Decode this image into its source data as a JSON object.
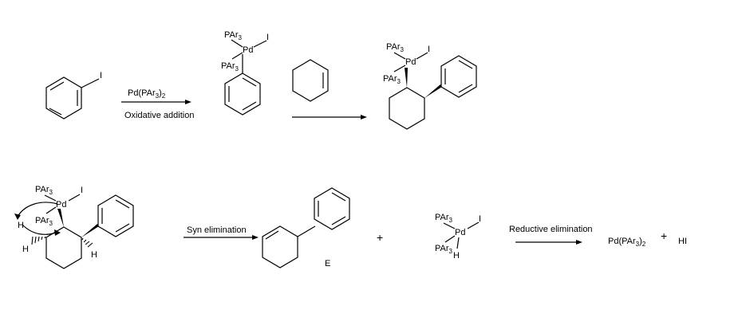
{
  "reagents": {
    "pd_catalyst": "Pd(PAr",
    "pd_catalyst_sub3": "3",
    "pd_catalyst_close": ")",
    "pd_catalyst_sub2": "2",
    "oxidative_addition": "Oxidative addition",
    "syn_elimination": "Syn elimination",
    "reductive_elimination": "Reductive elimination"
  },
  "atoms": {
    "iodine": "I",
    "palladium": "Pd",
    "phosphine": "PAr",
    "phosphine_sub": "3",
    "hydrogen": "H"
  },
  "products": {
    "compound_label": "E",
    "hydrogen_iodide": "HI",
    "plus": "+"
  },
  "colors": {
    "ink": "#000000",
    "background": "#ffffff"
  }
}
